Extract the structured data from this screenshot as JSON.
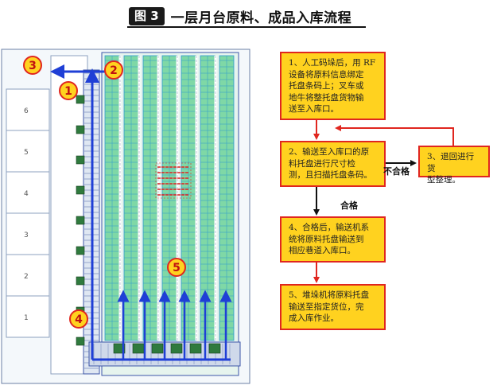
{
  "figure": {
    "badge": "图 3",
    "title": "一层月台原料、成品入库流程"
  },
  "drawing": {
    "callouts": [
      "1",
      "2",
      "3",
      "4",
      "5"
    ],
    "bay_numbers": [
      "6",
      "5",
      "4",
      "3",
      "2",
      "1"
    ],
    "colors": {
      "callout_fill": "#ffd21f",
      "callout_border": "#e0261f",
      "arrow": "#1f3fd6",
      "rack_fill": "#7fd8a6",
      "rack_grid": "#2e9ad0"
    }
  },
  "flowchart": {
    "steps": [
      {
        "id": "step1",
        "lines": [
          "1、人工码垛后，用 RF",
          "设备将原料信息绑定",
          "托盘条码上；叉车或",
          "地牛将整托盘货物输",
          "送至入库口。"
        ]
      },
      {
        "id": "step2",
        "lines": [
          "2、输送至入库口的原",
          "料托盘进行尺寸检",
          "测，且扫描托盘条码。"
        ]
      },
      {
        "id": "step3",
        "lines": [
          "3、退回进行货",
          "型整理。"
        ]
      },
      {
        "id": "step4",
        "lines": [
          "4、合格后，输送机系",
          "统将原料托盘输送到",
          "相应巷道入库口。"
        ]
      },
      {
        "id": "step5",
        "lines": [
          "5、堆垛机将原料托盘",
          "输送至指定货位，完",
          "成入库作业。"
        ]
      }
    ],
    "edge_labels": {
      "fail": "不合格",
      "pass": "合格"
    },
    "colors": {
      "box_fill": "#ffd21f",
      "box_border": "#e0261f",
      "arrow": "#e0261f"
    }
  }
}
